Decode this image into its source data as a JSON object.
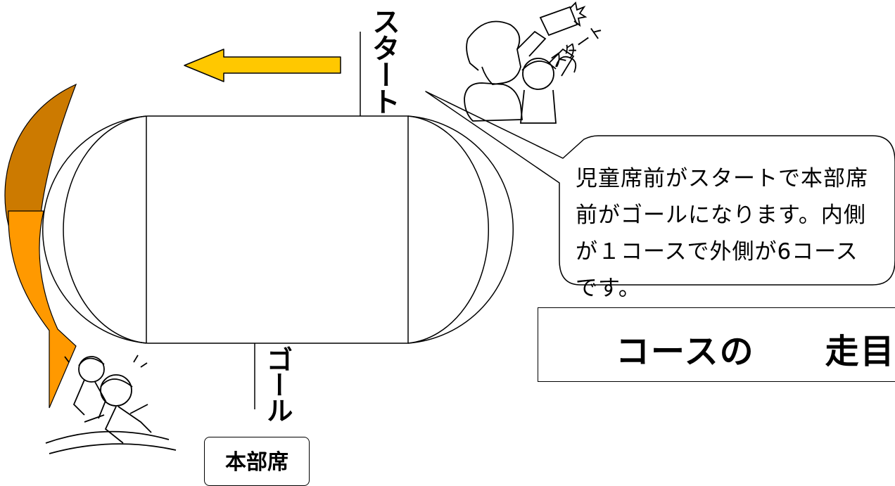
{
  "labels": {
    "start": "スタート",
    "goal": "ゴール",
    "headquarters": "本部席"
  },
  "speech_bubble": {
    "text": "児童席前がスタートで本部席前がゴールになります。内側が１コースで外側が6コースです。"
  },
  "title": {
    "text": "コースの　　走目"
  },
  "colors": {
    "direction_arrow": "#ffc800",
    "curved_arrow_dark": "#cc7a00",
    "curved_arrow_light": "#ff9900",
    "outline": "#000000"
  },
  "illustrations": {
    "starter": "starter-with-pistol-illustration",
    "runners": "running-children-illustration"
  }
}
